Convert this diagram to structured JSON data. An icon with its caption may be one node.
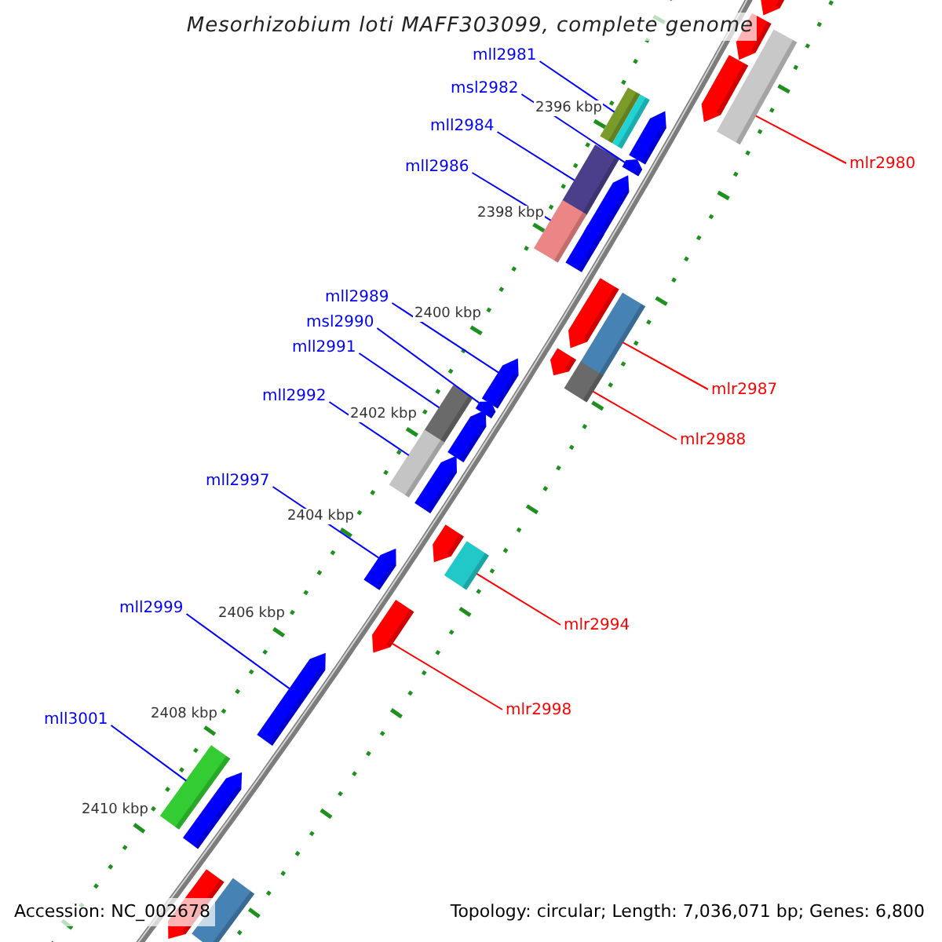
{
  "diagram": {
    "title": "Mesorhizobium loti MAFF303099, complete genome",
    "nodes": [
      {
        "text": [
          "mll2981"
        ]
      },
      {
        "text": [
          "msl2982"
        ]
      },
      {
        "text": [
          "mll2984"
        ]
      },
      {
        "text": [
          "mlr2980"
        ]
      },
      {
        "text": [
          "mll2986"
        ]
      },
      {
        "text": [
          "mll2989"
        ]
      },
      {
        "text": [
          "msl2990"
        ]
      },
      {
        "text": [
          "mll2991"
        ]
      },
      {
        "text": [
          "mlr2987"
        ]
      },
      {
        "text": [
          "mll2992"
        ]
      },
      {
        "text": [
          "mlr2988"
        ]
      },
      {
        "text": [
          "mll2997"
        ]
      },
      {
        "text": [
          "mll2999"
        ]
      },
      {
        "text": [
          "mlr2994"
        ]
      },
      {
        "text": [
          "mlr2998"
        ]
      },
      {
        "text": [
          "mll3001"
        ]
      },
      {
        "text": [],
        "shape": "arrow"
      },
      {
        "text": [],
        "shape": "arrow"
      },
      {
        "text": [],
        "shape": "box"
      },
      {
        "text": [],
        "shape": "arrow"
      },
      {
        "text": [],
        "shape": "box"
      },
      {
        "text": [],
        "shape": "box"
      },
      {
        "text": [],
        "shape": "arrow"
      },
      {
        "text": [],
        "shape": "arrow"
      },
      {
        "text": [],
        "shape": "box"
      },
      {
        "text": [],
        "shape": "arrow"
      },
      {
        "text": [],
        "shape": "box"
      },
      {
        "text": [],
        "shape": "box"
      },
      {
        "text": [],
        "shape": "arrow"
      },
      {
        "text": [],
        "shape": "box"
      },
      {
        "text": [],
        "shape": "arrow"
      },
      {
        "text": [],
        "shape": "arrow"
      },
      {
        "text": [],
        "shape": "box"
      },
      {
        "text": [],
        "shape": "arrow"
      },
      {
        "text": [],
        "shape": "box"
      },
      {
        "text": [],
        "shape": "arrow"
      },
      {
        "text": [],
        "shape": "box"
      },
      {
        "text": [],
        "shape": "arrow"
      },
      {
        "text": [],
        "shape": "arrow"
      },
      {
        "text": [],
        "shape": "arrow"
      },
      {
        "text": [],
        "shape": "box"
      },
      {
        "text": [],
        "shape": "arrow"
      },
      {
        "text": [],
        "shape": "arrow"
      },
      {
        "text": [],
        "shape": "box"
      },
      {
        "text": [],
        "shape": "arrow"
      },
      {
        "text": [],
        "shape": "arrow"
      },
      {
        "text": [],
        "shape": "box"
      }
    ],
    "edges": [
      {
        "from": 0,
        "to": 20,
        "arrow": "none"
      },
      {
        "from": 1,
        "to": 23,
        "arrow": "none"
      },
      {
        "from": 2,
        "to": 24,
        "arrow": "none"
      },
      {
        "from": 3,
        "to": 18,
        "arrow": "none",
        "color": "#ff0000"
      },
      {
        "from": 4,
        "to": 26,
        "arrow": "none"
      },
      {
        "from": 5,
        "to": 31,
        "arrow": "none"
      },
      {
        "from": 6,
        "to": 33,
        "arrow": "none"
      },
      {
        "from": 7,
        "to": 34,
        "arrow": "none"
      },
      {
        "from": 8,
        "to": 29,
        "arrow": "none",
        "color": "#ff0000"
      },
      {
        "from": 9,
        "to": 36,
        "arrow": "none"
      },
      {
        "from": 10,
        "to": 32,
        "arrow": "none",
        "color": "#ff0000"
      },
      {
        "from": 11,
        "to": 39,
        "arrow": "none"
      },
      {
        "from": 12,
        "to": 42,
        "arrow": "none"
      },
      {
        "from": 13,
        "to": 40,
        "arrow": "none",
        "color": "#ff0000"
      },
      {
        "from": 14,
        "to": 41,
        "arrow": "none",
        "color": "#ff0000"
      },
      {
        "from": 15,
        "to": 43,
        "arrow": "none"
      }
    ],
    "labels": [
      "2396 kbp",
      "2398 kbp",
      "2400 kbp",
      "2402 kbp",
      "2404 kbp",
      "2406 kbp",
      "2408 kbp",
      "2410 kbp",
      "Accession: NC_002678",
      "Topology: circular; Length: 7,036,071 bp; Genes: 6,800"
    ]
  }
}
